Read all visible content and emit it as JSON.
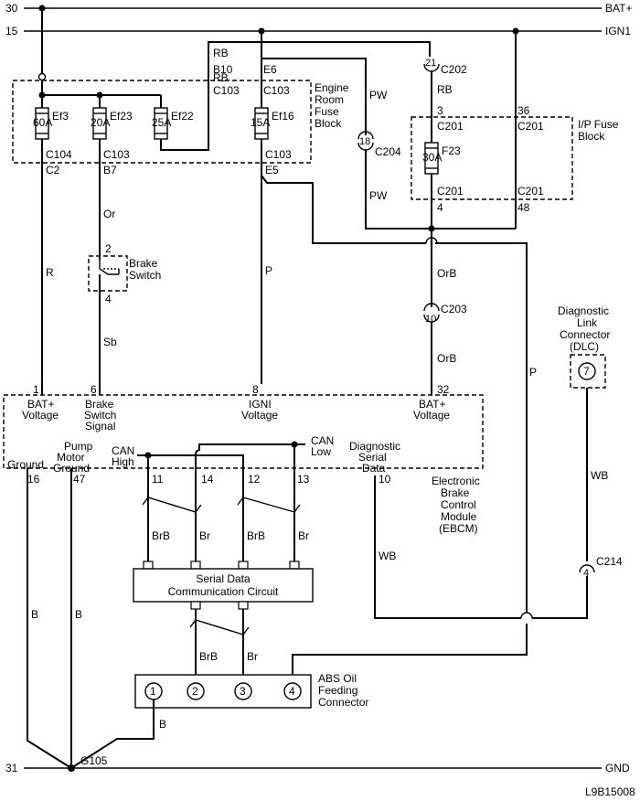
{
  "rails": {
    "top_num": "30",
    "top_label": "BAT+",
    "ign_num": "15",
    "ign_label": "IGN1",
    "gnd_num": "31",
    "gnd_label": "GND"
  },
  "engine_fuse_block": {
    "title": [
      "Engine",
      "Room",
      "Fuse",
      "Block"
    ],
    "fuses": [
      {
        "id": "Ef3",
        "rating": "60A"
      },
      {
        "id": "Ef23",
        "rating": "20A"
      },
      {
        "id": "Ef22",
        "rating": "25A"
      },
      {
        "id": "Ef16",
        "rating": "15A"
      }
    ],
    "connectors": {
      "rb": "RB",
      "b10": "B10",
      "c103_a": "C103",
      "e6": "E6",
      "c103_b": "C103",
      "c104": "C104",
      "c2": "C2",
      "c103_c": "C103",
      "b7": "B7",
      "c103_d": "C103",
      "e5": "E5"
    }
  },
  "ip_fuse_block": {
    "title": [
      "I/P Fuse",
      "Block"
    ],
    "fuse": {
      "id": "F23",
      "rating": "30A"
    },
    "connectors": {
      "c202_pin": "21",
      "c202": "C202",
      "rb": "RB",
      "pin3": "3",
      "pin36": "36",
      "c201_a": "C201",
      "c201_b": "C201",
      "c201_c": "C201",
      "c201_d": "C201",
      "pin4": "4",
      "pin48": "48"
    }
  },
  "wires": {
    "pw1": "PW",
    "pw2": "PW",
    "c204_pin": "18",
    "c204": "C204",
    "or": "Or",
    "r": "R",
    "p1": "P",
    "sb": "Sb",
    "orb1": "OrB",
    "orb2": "OrB",
    "c203_pin": "10",
    "c203": "C203",
    "p2": "P",
    "wb1": "WB",
    "wb2": "WB",
    "c214_pin": "4",
    "c214": "C214",
    "brb1": "BrB",
    "br1": "Br",
    "brb2": "BrB",
    "br2": "Br",
    "brb3": "BrB",
    "br3": "Br",
    "b1": "B",
    "b2": "B",
    "b3": "B"
  },
  "brake_switch": {
    "label": [
      "Brake",
      "Switch"
    ],
    "pin_top": "2",
    "pin_bottom": "4"
  },
  "dlc": {
    "label": [
      "Diagnostic",
      "Link",
      "Connector",
      "(DLC)"
    ],
    "pin": "7"
  },
  "ebcm": {
    "title": [
      "Electronic",
      "Brake",
      "Control",
      "Module",
      "(EBCM)"
    ],
    "top_pins": [
      "1",
      "6",
      "8",
      "32"
    ],
    "top_labels": [
      [
        "BAT+",
        "Voltage"
      ],
      [
        "Brake",
        "Switch",
        "Signal"
      ],
      [
        "IGNI",
        "Voltage"
      ],
      [
        "BAT+",
        "Voltage"
      ]
    ],
    "bottom_pins": [
      "16",
      "47",
      "11",
      "14",
      "12",
      "13",
      "10"
    ],
    "ground": "Ground",
    "pump_ground": [
      "Pump",
      "Motor",
      "Ground"
    ],
    "can_high": [
      "CAN",
      "High"
    ],
    "can_low": [
      "CAN",
      "Low"
    ],
    "diag_data": [
      "Diagnostic",
      "Serial",
      "Data"
    ]
  },
  "serial_circuit": {
    "label": [
      "Serial Data",
      "Communication Circuit"
    ]
  },
  "abs_connector": {
    "label": [
      "ABS Oil",
      "Feeding",
      "Connector"
    ],
    "pins": [
      "1",
      "2",
      "3",
      "4"
    ]
  },
  "ground_point": "G105",
  "figure_id": "L9B15008"
}
